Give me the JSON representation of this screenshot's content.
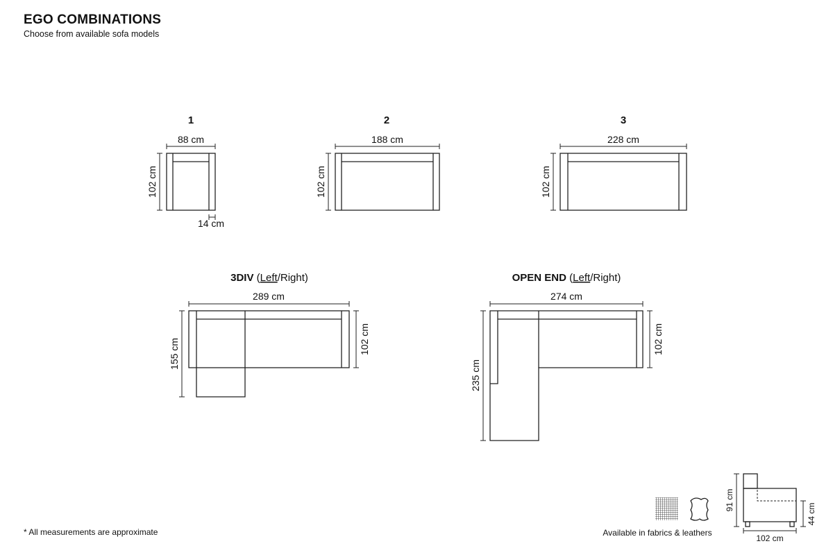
{
  "header": {
    "title": "EGO COMBINATIONS",
    "subtitle": "Choose from available sofa models"
  },
  "models": {
    "m1": {
      "title": "1",
      "width": "88 cm",
      "depth": "102 cm",
      "arm": "14 cm"
    },
    "m2": {
      "title": "2",
      "width": "188 cm",
      "depth": "102 cm"
    },
    "m3": {
      "title": "3",
      "width": "228 cm",
      "depth": "102 cm"
    },
    "div3": {
      "title": "3DIV",
      "open": " (",
      "left": "Left",
      "slash": "/Right)",
      "width": "289 cm",
      "depth_left": "155 cm",
      "depth_right": "102 cm"
    },
    "openend": {
      "title": "OPEN END",
      "open": " (",
      "left": "Left",
      "slash": "/Right)",
      "width": "274 cm",
      "depth_left": "235 cm",
      "depth_right": "102 cm"
    }
  },
  "side_view": {
    "height": "91 cm",
    "seat_height": "44 cm",
    "depth": "102 cm"
  },
  "materials": {
    "caption": "Available in fabrics & leathers",
    "icons": [
      "fabric-weave-icon",
      "leather-hide-icon"
    ]
  },
  "footnote": "* All measurements are approximate"
}
